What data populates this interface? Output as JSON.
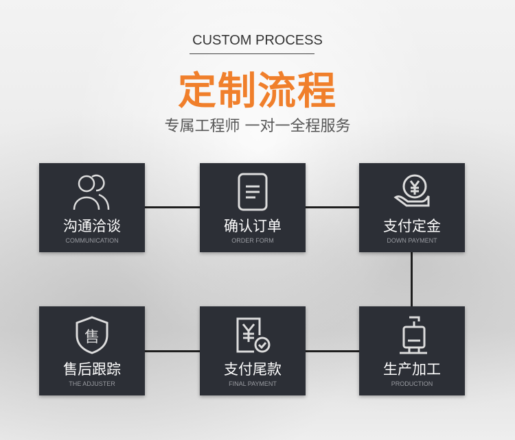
{
  "header": {
    "subtitle_en": "CUSTOM PROCESS",
    "title": "定制流程",
    "tagline": "专属工程师 一对一全程服务"
  },
  "steps": [
    {
      "cn": "沟通洽谈",
      "en": "COMMUNICATION",
      "icon": "people-icon"
    },
    {
      "cn": "确认订单",
      "en": "ORDER FORM",
      "icon": "document-icon"
    },
    {
      "cn": "支付定金",
      "en": "DOWN PAYMENT",
      "icon": "yen-hand-icon"
    },
    {
      "cn": "生产加工",
      "en": "PRODUCTION",
      "icon": "machine-icon"
    },
    {
      "cn": "支付尾款",
      "en": "FINAL PAYMENT",
      "icon": "yen-check-icon"
    },
    {
      "cn": "售后跟踪",
      "en": "THE ADJUSTER",
      "icon": "shield-icon"
    }
  ],
  "colors": {
    "accent": "#f07f2b",
    "box": "#2c2f36"
  }
}
